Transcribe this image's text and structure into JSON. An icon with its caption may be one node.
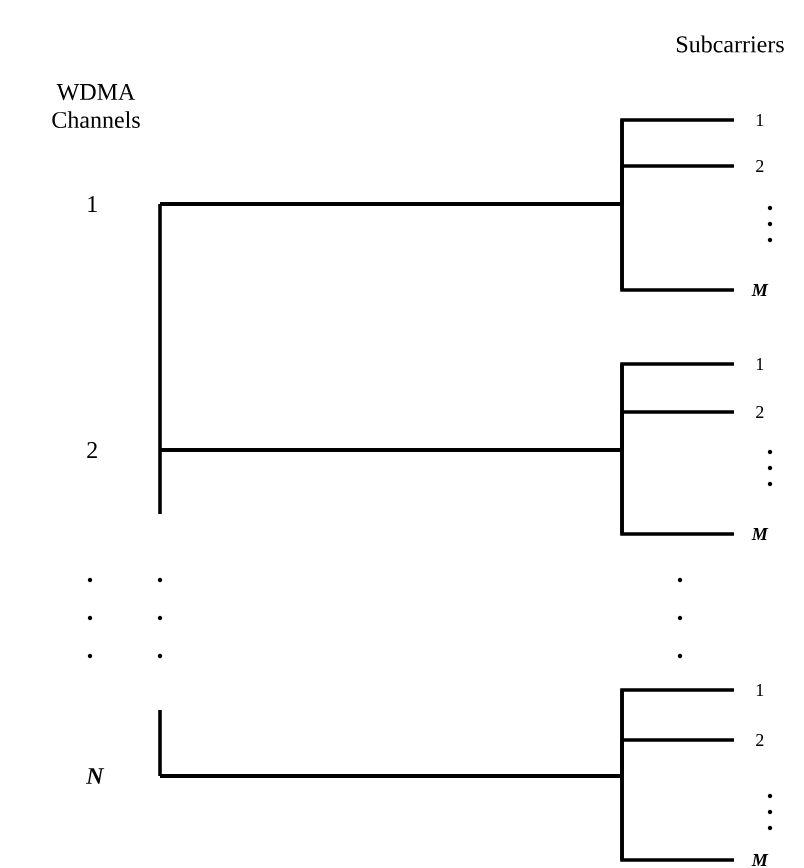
{
  "diagram": {
    "nodes": [
      {
        "text": [
          "1"
        ]
      },
      {
        "text": [
          "2"
        ]
      },
      {
        "text": [
          "N"
        ]
      },
      {
        "text": [
          "1"
        ]
      },
      {
        "text": [
          "2"
        ]
      },
      {
        "text": [
          "M"
        ]
      },
      {
        "text": [
          "1"
        ]
      },
      {
        "text": [
          "2"
        ]
      },
      {
        "text": [
          "M"
        ]
      },
      {
        "text": [
          "1"
        ]
      },
      {
        "text": [
          "2"
        ]
      },
      {
        "text": [
          "M"
        ]
      }
    ],
    "edges": [
      {
        "from": 0,
        "to": 3,
        "arrow": "none"
      },
      {
        "from": 0,
        "to": 4,
        "arrow": "none"
      },
      {
        "from": 0,
        "to": 5,
        "arrow": "none"
      },
      {
        "from": 1,
        "to": 6,
        "arrow": "none"
      },
      {
        "from": 1,
        "to": 7,
        "arrow": "none"
      },
      {
        "from": 1,
        "to": 8,
        "arrow": "none"
      },
      {
        "from": 2,
        "to": 9,
        "arrow": "none"
      },
      {
        "from": 2,
        "to": 10,
        "arrow": "none"
      },
      {
        "from": 2,
        "to": 11,
        "arrow": "none"
      }
    ],
    "labels": [
      "Subcarriers",
      "WDMA Channels"
    ]
  }
}
